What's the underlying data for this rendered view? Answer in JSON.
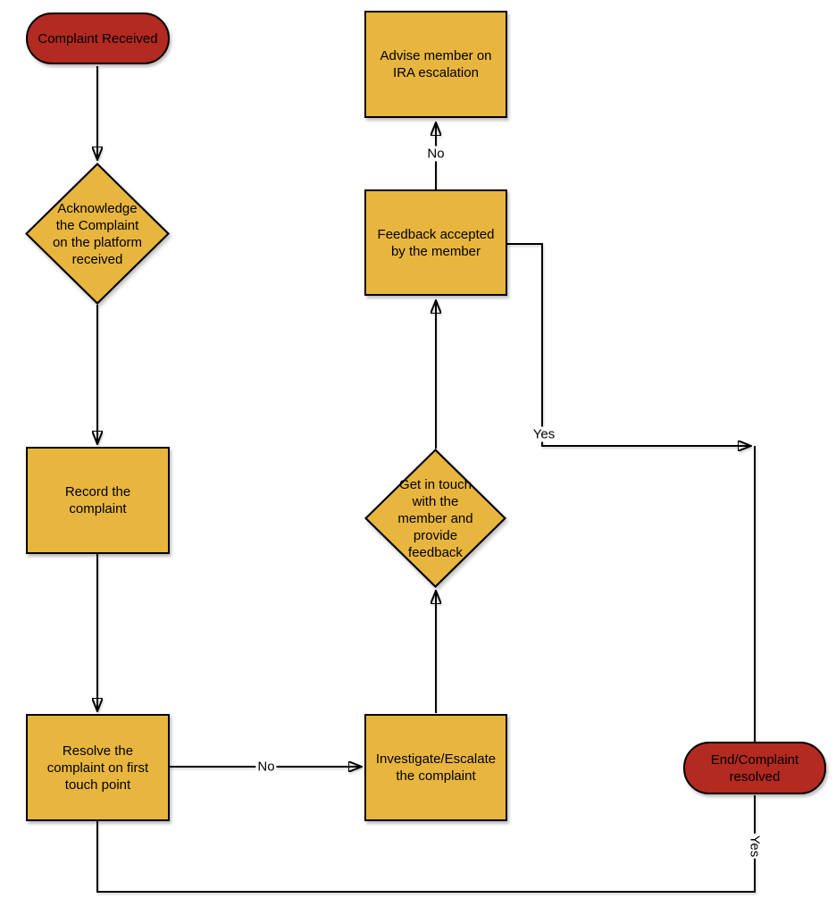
{
  "nodes": {
    "start": {
      "label": "Complaint Received"
    },
    "acknowledge": {
      "label": "Acknowledge the Complaint on the platform received"
    },
    "record": {
      "label": "Record the complaint"
    },
    "resolve": {
      "label": "Resolve the complaint on first touch point"
    },
    "investigate": {
      "label": "Investigate/Escalate the complaint"
    },
    "get_in_touch": {
      "label": "Get in touch with the member and provide feedback"
    },
    "feedback_accepted": {
      "label": "Feedback accepted by the member"
    },
    "advise_ira": {
      "label": "Advise member on IRA escalation"
    },
    "end": {
      "label": "End/Complaint resolved"
    }
  },
  "edge_labels": {
    "resolve_to_investigate": "No",
    "feedback_to_advise": "No",
    "feedback_to_end": "Yes",
    "resolve_to_end": "Yes"
  },
  "colors": {
    "process_fill": "#E8B63E",
    "terminator_fill": "#B22A20",
    "stroke": "#000000",
    "text": "#000000",
    "background": "#FFFFFF"
  }
}
